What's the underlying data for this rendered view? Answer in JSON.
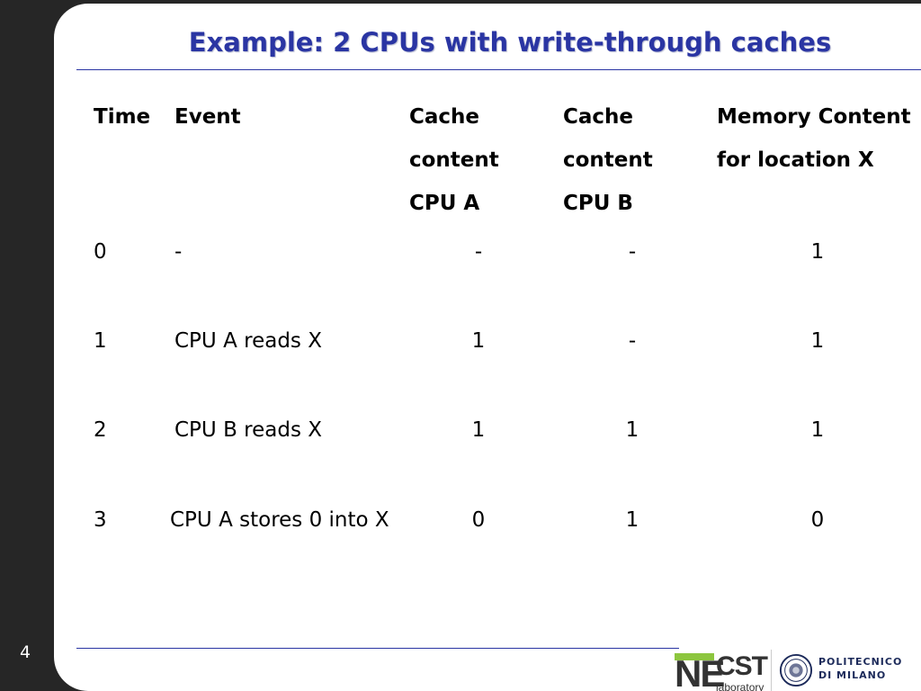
{
  "slide": {
    "title": "Example: 2 CPUs with write-through caches",
    "page_number": "4"
  },
  "table": {
    "headers": [
      "Time",
      "Event",
      "Cache\ncontent\nCPU A",
      "Cache\ncontent\nCPU B",
      "Memory Content\nfor location X"
    ],
    "rows": [
      {
        "time": "0",
        "event": "-",
        "cache_a": "-",
        "cache_b": "-",
        "memory": "1"
      },
      {
        "time": "1",
        "event": "CPU A reads X",
        "cache_a": "1",
        "cache_b": "-",
        "memory": "1"
      },
      {
        "time": "2",
        "event": "CPU B reads X",
        "cache_a": "1",
        "cache_b": "1",
        "memory": "1"
      },
      {
        "time": "3",
        "event": "CPU A stores 0 into X",
        "cache_a": "0",
        "cache_b": "1",
        "memory": "0"
      }
    ]
  },
  "logos": {
    "necst_ne": "NE",
    "necst_cst": "CST",
    "necst_sub": "laboratory",
    "polimi": "POLITECNICO\nDI MILANO"
  },
  "colors": {
    "title": "#2a35a3",
    "rule": "#2a35a3",
    "frame": "#262626",
    "necst_accent": "#8dc63f"
  }
}
